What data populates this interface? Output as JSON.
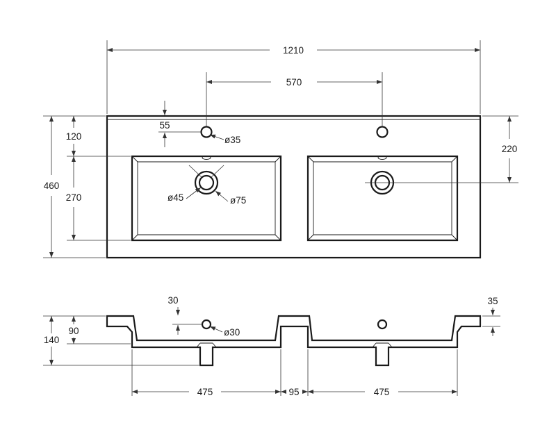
{
  "colors": {
    "line": "#1a1a1a",
    "background": "#ffffff"
  },
  "top_view": {
    "overall_width": "1210",
    "tap_spacing": "570",
    "overall_depth": "460",
    "tap_hole_offset": "120",
    "overflow_offset": "55",
    "tap_hole_diameter": "ø35",
    "bowl_depth": "270",
    "drain_offset": "220",
    "drain_diameter": "ø45",
    "drain_outer_diameter": "ø75"
  },
  "side_view": {
    "rim_thickness": "30",
    "rim_height_right": "35",
    "overflow_height": "90",
    "overall_height": "140",
    "overflow_diameter": "ø30",
    "bowl_width_left": "475",
    "bowl_gap": "95",
    "bowl_width_right": "475"
  }
}
